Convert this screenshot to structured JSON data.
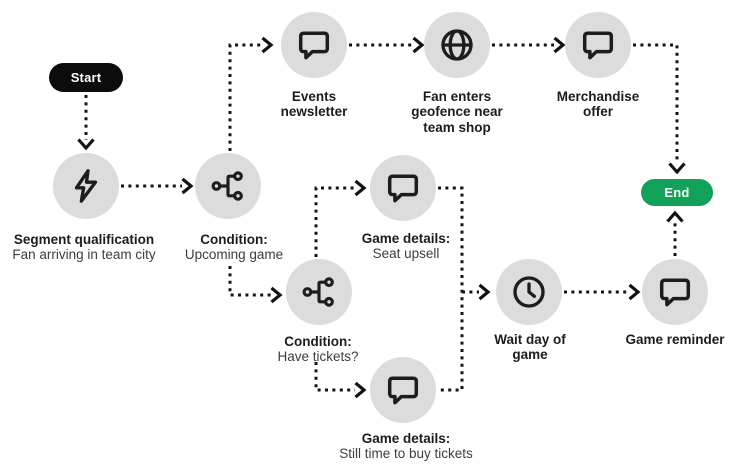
{
  "colors": {
    "canvas_bg": "#ffffff",
    "node_circle_bg": "#dcdcdc",
    "icon_ink": "#1d1d1d",
    "wire_ink": "#131313",
    "title_ink": "#1c1c1c",
    "subtitle_ink": "#3d3d3d",
    "start_bg": "#0c0c0c",
    "start_text": "#ffffff",
    "end_bg": "#12a159",
    "end_text": "#ffffff"
  },
  "diagram": {
    "start": {
      "label": "Start"
    },
    "end": {
      "label": "End"
    },
    "segment": {
      "icon": "lightning-icon",
      "title": "Segment qualification",
      "subtitle": "Fan arriving in team city"
    },
    "condition_upcoming": {
      "icon": "split-branch-icon",
      "title": "Condition:",
      "subtitle": "Upcoming game"
    },
    "events_newsletter": {
      "icon": "message-bubble-icon",
      "title": "Events newsletter"
    },
    "fan_geofence": {
      "icon": "globe-icon",
      "title": "Fan enters geofence near team shop"
    },
    "merch_offer": {
      "icon": "message-bubble-icon",
      "title": "Merchandise offer"
    },
    "condition_tickets": {
      "icon": "split-branch-icon",
      "title": "Condition:",
      "subtitle": "Have tickets?"
    },
    "seat_upsell": {
      "icon": "message-bubble-icon",
      "title": "Game details:",
      "subtitle": "Seat upsell"
    },
    "still_time": {
      "icon": "message-bubble-icon",
      "title": "Game details:",
      "subtitle": "Still time to buy tickets"
    },
    "wait_day": {
      "icon": "clock-icon",
      "title": "Wait day of game"
    },
    "game_reminder": {
      "icon": "message-bubble-icon",
      "title": "Game reminder"
    }
  }
}
